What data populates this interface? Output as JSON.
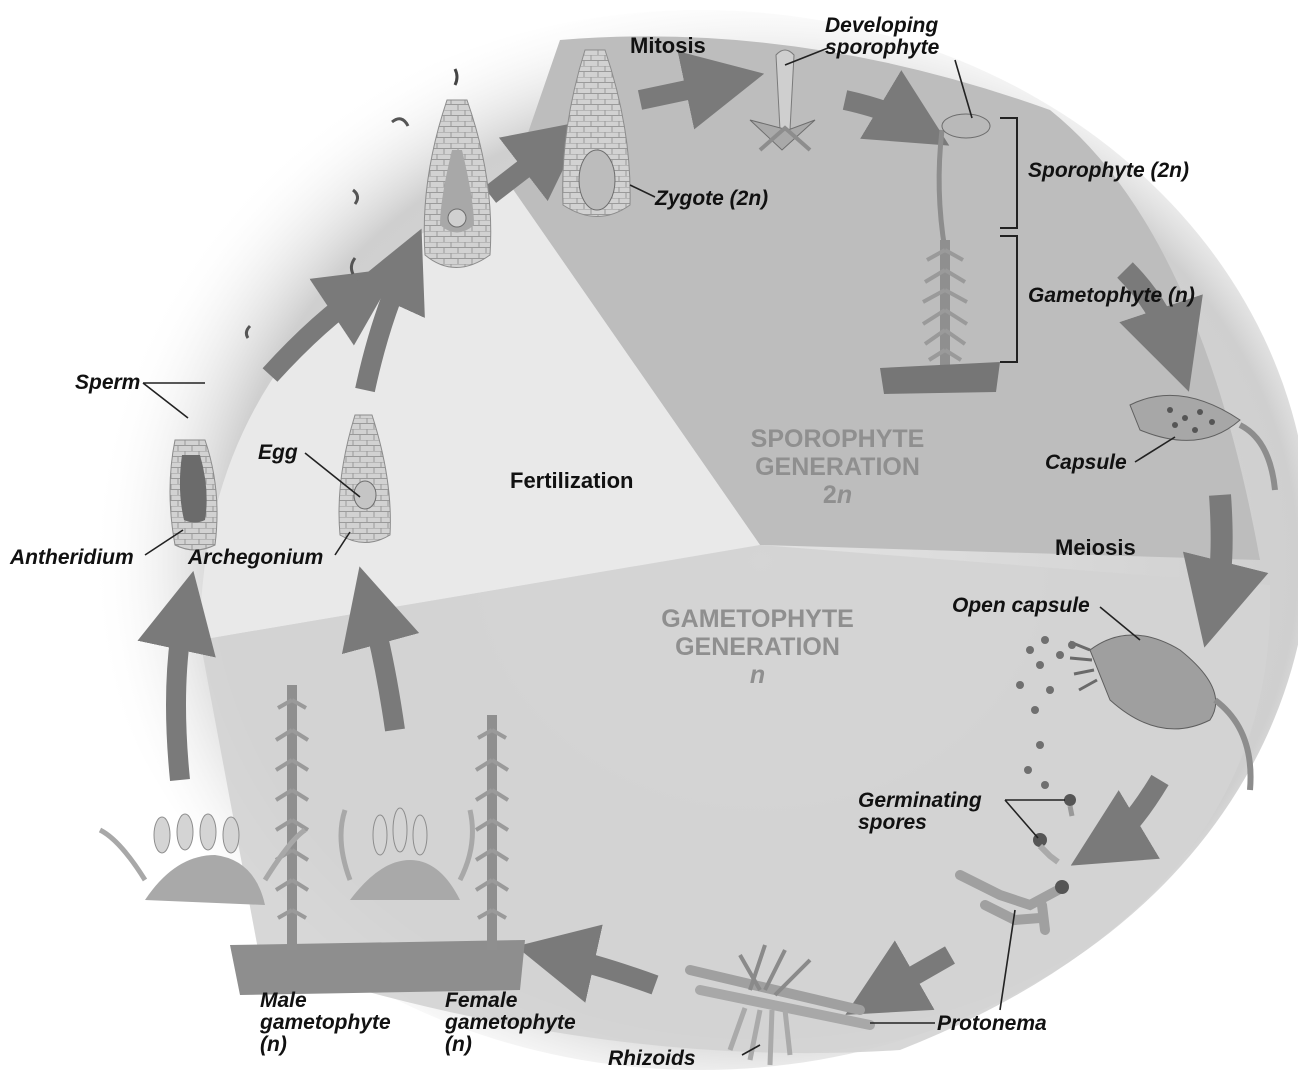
{
  "stages": {
    "mitosis": "Mitosis",
    "fertilization": "Fertilization",
    "meiosis": "Meiosis"
  },
  "generations": {
    "sporophyte_line1": "SPOROPHYTE",
    "sporophyte_line2": "GENERATION",
    "sporophyte_ploidy_num": "2",
    "sporophyte_ploidy_letter": "n",
    "gametophyte_line1": "GAMETOPHYTE",
    "gametophyte_line2": "GENERATION",
    "gametophyte_ploidy": "n"
  },
  "labels": {
    "developing_sporophyte_1": "Developing",
    "developing_sporophyte_2": "sporophyte",
    "sporophyte_2n": "Sporophyte (2n)",
    "gametophyte_n": "Gametophyte (n)",
    "zygote": "Zygote (2n)",
    "capsule": "Capsule",
    "open_capsule": "Open capsule",
    "germinating_spores_1": "Germinating",
    "germinating_spores_2": "spores",
    "protonema": "Protonema",
    "rhizoids": "Rhizoids",
    "sperm": "Sperm",
    "egg": "Egg",
    "antheridium": "Antheridium",
    "archegonium": "Archegonium",
    "male_gametophyte_1": "Male",
    "male_gametophyte_2": "gametophyte",
    "male_gametophyte_3": "(n)",
    "female_gametophyte_1": "Female",
    "female_gametophyte_2": "gametophyte",
    "female_gametophyte_3": "(n)"
  },
  "colors": {
    "arrow": "#7a7a7a",
    "sporophyte_sector": "#bdbdbd",
    "gametophyte_sector": "#d6d6d6",
    "fertilization_sector": "#e9e9e9",
    "structure": "#b5b5b5",
    "structure_dark": "#6d6d6d"
  }
}
